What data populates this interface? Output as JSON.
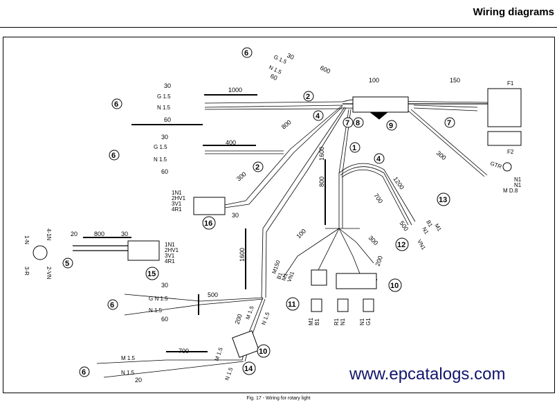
{
  "header": {
    "title": "Wiring diagrams"
  },
  "caption": "Fig. 17 - Wiring for rotary light",
  "watermark": "www.epcatalogs.com",
  "diagram": {
    "dimensions": {
      "d30a": "30",
      "d600a": "600",
      "d60a": "60",
      "d100": "100",
      "d150": "150",
      "d30b": "30",
      "d1000": "1000",
      "d60b": "60",
      "d800a": "800",
      "d1600a": "1600",
      "d30c": "30",
      "d400": "400",
      "d60c": "60",
      "d300a": "300",
      "d800b": "800",
      "d1200": "1200",
      "d700a": "700",
      "d500a": "500",
      "d300b": "300",
      "d30d": "30",
      "d20a": "20",
      "d800c": "800",
      "d30e": "30",
      "d100b": "100",
      "d300c": "300",
      "d200a": "200",
      "d1600b": "1600",
      "d30f": "30",
      "d500b": "500",
      "d60d": "60",
      "d200b": "200",
      "d700b": "700",
      "d20b": "20"
    },
    "wires": {
      "g15a": "G 1.5",
      "n15a": "N 1.5",
      "g15b": "G 1.5",
      "n15b": "N 1.5",
      "g15c": "G 1.5",
      "n15c": "N 1.5",
      "gn15": "G N 1.5",
      "n15d": "N 1.5",
      "m15a": "M 1.5",
      "n15e": "N 1.5",
      "m15b": "M 1.5",
      "n15f": "N 1.5",
      "m15c": "M 1.5",
      "n15g": "N 1.5",
      "c16_1": "1N1",
      "c16_2": "2HV1",
      "c16_3": "3V1",
      "c16_4": "4R1",
      "c15_1": "1N1",
      "c15_2": "2HV1",
      "c15_3": "3V1",
      "c15_4": "4R1",
      "m150": "M150",
      "b1": "B1",
      "m1": "M1",
      "vn1": "VN1",
      "b1r": "B1",
      "m1r": "M1",
      "n1r": "N1",
      "vn1r": "VN1",
      "gtr": "GTR",
      "n1a": "N1",
      "n1b": "N1",
      "md8": "M D.8",
      "f1": "F1",
      "f2": "F2",
      "c5_top": "1-N",
      "c5_top2": "4-1N",
      "c5_bot": "3-R",
      "c5_bot2": "2-VN",
      "p11_1": "M1",
      "p11_2": "B1",
      "p11_3": "R1",
      "p11_4": "N1",
      "p11_5": "N1",
      "p11_6": "G1"
    },
    "callouts": [
      "1",
      "2",
      "2",
      "4",
      "4",
      "5",
      "6",
      "6",
      "6",
      "6",
      "6",
      "7",
      "7",
      "8",
      "9",
      "10",
      "10",
      "11",
      "12",
      "13",
      "14",
      "15",
      "16"
    ]
  }
}
